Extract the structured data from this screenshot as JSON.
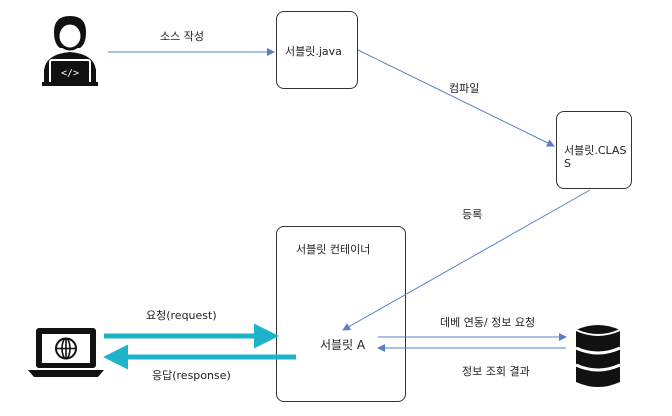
{
  "nodes": {
    "servlet_java": "서블릿.java",
    "servlet_class_line1": "서블릿.CLAS",
    "servlet_class_line2": "S",
    "container_title": "서블릿 컨테이너",
    "servlet_a": "서블릿 A"
  },
  "edges": {
    "write_source": "소스 작성",
    "compile": "컴파일",
    "register": "등록",
    "request": "요청(request)",
    "response": "응답(response)",
    "db_query": "데베 연동/ 정보 요청",
    "db_result": "정보 조회 결과"
  },
  "icons": {
    "developer": "developer-laptop-icon",
    "browser": "laptop-globe-icon",
    "database": "database-icon"
  },
  "colors": {
    "thin_arrow": "#5b7fc7",
    "thick_arrow": "#1fb3c9",
    "box_border": "#333333"
  }
}
